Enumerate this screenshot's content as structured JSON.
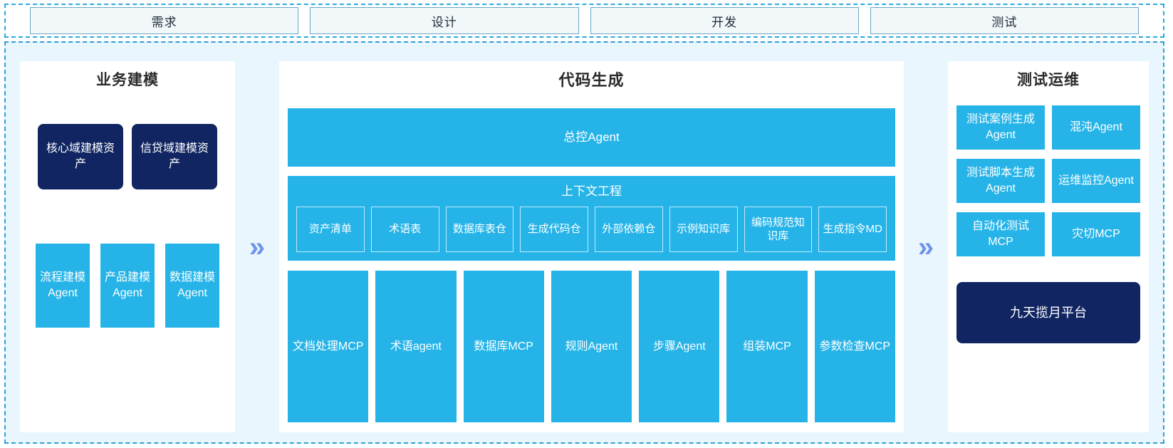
{
  "phases": {
    "items": [
      {
        "label": "需求"
      },
      {
        "label": "设计"
      },
      {
        "label": "开发"
      },
      {
        "label": "测试"
      }
    ]
  },
  "separators": {
    "chevron_glyph": "»"
  },
  "colors": {
    "accent_blue": "#26b4e8",
    "navy": "#102561",
    "chevron_blue": "#6d95e8",
    "panel_bg": "#ffffff",
    "canvas_bg": "#eaf6fd",
    "dashed_border": "#2f9fd6",
    "phase_box_bg": "#f2f7fa",
    "phase_box_border": "#6aa7c4"
  },
  "business_modeling": {
    "title": "业务建模",
    "assets": [
      {
        "label": "核心域建模资产"
      },
      {
        "label": "信贷域建模资产"
      }
    ],
    "agents": [
      {
        "label": "流程建模Agent"
      },
      {
        "label": "产品建模Agent"
      },
      {
        "label": "数据建模Agent"
      }
    ]
  },
  "code_generation": {
    "title": "代码生成",
    "master_agent": {
      "label": "总控Agent"
    },
    "context_engineering": {
      "title": "上下文工程",
      "items": [
        {
          "label": "资产清单"
        },
        {
          "label": "术语表"
        },
        {
          "label": "数据库表仓"
        },
        {
          "label": "生成代码仓"
        },
        {
          "label": "外部依赖仓"
        },
        {
          "label": "示例知识库"
        },
        {
          "label": "编码规范知识库"
        },
        {
          "label": "生成指令MD"
        }
      ]
    },
    "tools": [
      {
        "label": "文档处理MCP"
      },
      {
        "label": "术语agent"
      },
      {
        "label": "数据库MCP"
      },
      {
        "label": "规则Agent"
      },
      {
        "label": "步骤Agent"
      },
      {
        "label": "组装MCP"
      },
      {
        "label": "参数检查MCP"
      }
    ]
  },
  "test_ops": {
    "title": "测试运维",
    "items": [
      {
        "label": "测试案例生成Agent"
      },
      {
        "label": "混沌Agent"
      },
      {
        "label": "测试脚本生成Agent"
      },
      {
        "label": "运维监控Agent"
      },
      {
        "label": "自动化测试MCP"
      },
      {
        "label": "灾切MCP"
      }
    ],
    "platform": {
      "label": "九天揽月平台"
    }
  }
}
